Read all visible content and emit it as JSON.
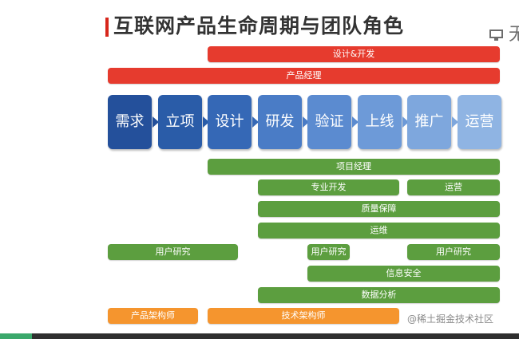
{
  "title": "互联网产品生命周期与团队角色",
  "corner_text": "无",
  "colors": {
    "red": "#e63b2e",
    "green": "#5c9e3f",
    "orange": "#f5952e",
    "stage_dark": "#24509b",
    "stage_light": "#8fb4e3"
  },
  "stages": [
    {
      "label": "需求",
      "color": "#24509b"
    },
    {
      "label": "立项",
      "color": "#2a5ca8"
    },
    {
      "label": "设计",
      "color": "#3568b6"
    },
    {
      "label": "研发",
      "color": "#4a7cc6"
    },
    {
      "label": "验证",
      "color": "#5b8bd0"
    },
    {
      "label": "上线",
      "color": "#6d9ad8"
    },
    {
      "label": "推广",
      "color": "#7ea7dd"
    },
    {
      "label": "运营",
      "color": "#8fb4e3"
    }
  ],
  "bars": {
    "design_dev": "设计&开发",
    "product_manager": "产品经理",
    "project_manager": "项目经理",
    "professional_dev": "专业开发",
    "operations": "运营",
    "qa": "质量保障",
    "ops": "运维",
    "user_research_1": "用户研究",
    "user_research_2": "用户研究",
    "user_research_3": "用户研究",
    "info_security": "信息安全",
    "data_analysis": "数据分析",
    "product_architect": "产品架构师",
    "tech_architect": "技术架构师"
  },
  "watermark": "@稀土掘金技术社区",
  "icons": {
    "corner": "monitor-icon"
  }
}
